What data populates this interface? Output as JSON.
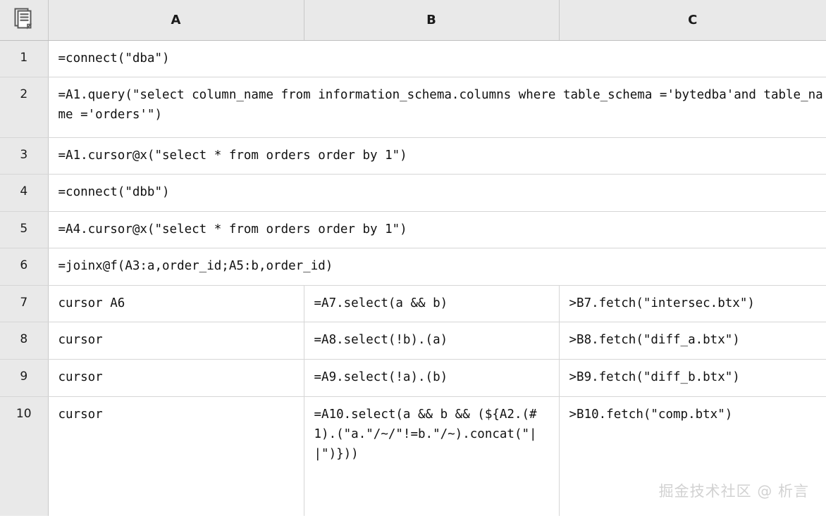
{
  "sheet": {
    "corner_icon": "stacked-pages-icon",
    "watermark": "掘金技术社区 @ 析言",
    "columns": [
      "A",
      "B",
      "C"
    ],
    "row_numbers": [
      "1",
      "2",
      "3",
      "4",
      "5",
      "6",
      "7",
      "8",
      "9",
      "10"
    ],
    "colors": {
      "header_bg": "#e9e9e9",
      "gutter_bg": "#e9e9e9",
      "cell_bg": "#ffffff",
      "gridline": "#d6d6d6",
      "header_border": "#c8c8c8",
      "text": "#111111",
      "watermark": "#d2d2d2"
    },
    "rows": [
      {
        "num": "1",
        "a": "=connect(\"dba\")",
        "b": "",
        "c": "",
        "span": true
      },
      {
        "num": "2",
        "a": "=A1.query(\"select column_name from information_schema.columns where table_schema ='bytedba'and table_name ='orders'\")",
        "b": "",
        "c": "",
        "span": true
      },
      {
        "num": "3",
        "a": "=A1.cursor@x(\"select * from orders order by 1\")",
        "b": "",
        "c": "",
        "span": true
      },
      {
        "num": "4",
        "a": "=connect(\"dbb\")",
        "b": "",
        "c": "",
        "span": true
      },
      {
        "num": "5",
        "a": "=A4.cursor@x(\"select * from orders order by 1\")",
        "b": "",
        "c": "",
        "span": true
      },
      {
        "num": "6",
        "a": "=joinx@f(A3:a,order_id;A5:b,order_id)",
        "b": "",
        "c": "",
        "span": true
      },
      {
        "num": "7",
        "a": "cursor A6",
        "b": "=A7.select(a && b)",
        "c": ">B7.fetch(\"intersec.btx\")",
        "span": false
      },
      {
        "num": "8",
        "a": "cursor",
        "b": "=A8.select(!b).(a)",
        "c": ">B8.fetch(\"diff_a.btx\")",
        "span": false
      },
      {
        "num": "9",
        "a": "cursor",
        "b": "=A9.select(!a).(b)",
        "c": ">B9.fetch(\"diff_b.btx\")",
        "span": false
      },
      {
        "num": "10",
        "a": "cursor",
        "b": "=A10.select(a && b && (${A2.(#1).(\"a.\"/~/\"!=b.\"/~).concat(\"||\")}))",
        "c": ">B10.fetch(\"comp.btx\")",
        "span": false
      }
    ]
  }
}
